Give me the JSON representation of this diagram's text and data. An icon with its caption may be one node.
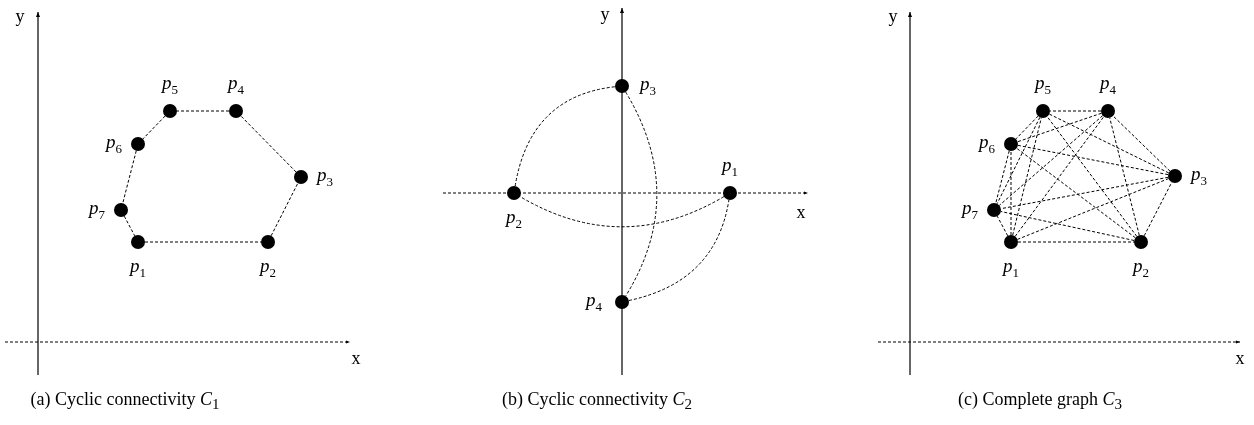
{
  "diagram": {
    "nodes": [
      {
        "text": [],
        "shape": "circle",
        "beside": [
          "p$_{1}$"
        ]
      },
      {
        "text": [],
        "shape": "circle",
        "beside": [
          "p$_{2}$"
        ]
      },
      {
        "text": [],
        "shape": "circle",
        "beside": [
          "p$_{3}$"
        ]
      },
      {
        "text": [],
        "shape": "circle",
        "beside": [
          "p$_{4}$"
        ]
      },
      {
        "text": [],
        "shape": "circle",
        "beside": [
          "p$_{5}$"
        ]
      },
      {
        "text": [],
        "shape": "circle",
        "beside": [
          "p$_{6}$"
        ]
      },
      {
        "text": [],
        "shape": "circle",
        "beside": [
          "p$_{7}$"
        ]
      },
      {
        "text": [],
        "shape": "circle",
        "beside": [
          "p$_{1}$"
        ]
      },
      {
        "text": [],
        "shape": "circle",
        "beside": [
          "p$_{2}$"
        ]
      },
      {
        "text": [],
        "shape": "circle",
        "beside": [
          "p$_{3}$"
        ]
      },
      {
        "text": [],
        "shape": "circle",
        "beside": [
          "p$_{4}$"
        ]
      },
      {
        "text": [],
        "shape": "circle",
        "beside": [
          "p$_{1}$"
        ]
      },
      {
        "text": [],
        "shape": "circle",
        "beside": [
          "p$_{2}$"
        ]
      },
      {
        "text": [],
        "shape": "circle",
        "beside": [
          "p$_{3}$"
        ]
      },
      {
        "text": [],
        "shape": "circle",
        "beside": [
          "p$_{4}$"
        ]
      },
      {
        "text": [],
        "shape": "circle",
        "beside": [
          "p$_{5}$"
        ]
      },
      {
        "text": [],
        "shape": "circle",
        "beside": [
          "p$_{6}$"
        ]
      },
      {
        "text": [],
        "shape": "circle",
        "beside": [
          "p$_{7}$"
        ]
      }
    ],
    "edges": [
      {
        "from": 0,
        "to": 1,
        "arrow": "none",
        "style": "dashed"
      },
      {
        "from": 1,
        "to": 2,
        "arrow": "none",
        "style": "dashed"
      },
      {
        "from": 2,
        "to": 3,
        "arrow": "none",
        "style": "dashed"
      },
      {
        "from": 3,
        "to": 4,
        "arrow": "none",
        "style": "dashed"
      },
      {
        "from": 4,
        "to": 5,
        "arrow": "none",
        "style": "dashed"
      },
      {
        "from": 5,
        "to": 6,
        "arrow": "none",
        "style": "dashed"
      },
      {
        "from": 6,
        "to": 0,
        "arrow": "none",
        "style": "dashed"
      },
      {
        "from": 8,
        "to": 9,
        "arrow": "none",
        "style": "dashed"
      },
      {
        "from": 9,
        "to": 10,
        "arrow": "none",
        "style": "dashed"
      },
      {
        "from": 10,
        "to": 7,
        "arrow": "none",
        "style": "dashed"
      },
      {
        "from": 7,
        "to": 8,
        "arrow": "none",
        "style": "dashed"
      },
      {
        "from": 11,
        "to": 12,
        "arrow": "none",
        "style": "dashed"
      },
      {
        "from": 11,
        "to": 13,
        "arrow": "none",
        "style": "dashed"
      },
      {
        "from": 11,
        "to": 14,
        "arrow": "none",
        "style": "dashed"
      },
      {
        "from": 11,
        "to": 15,
        "arrow": "none",
        "style": "dashed"
      },
      {
        "from": 11,
        "to": 16,
        "arrow": "none",
        "style": "dashed"
      },
      {
        "from": 11,
        "to": 17,
        "arrow": "none",
        "style": "dashed"
      },
      {
        "from": 12,
        "to": 13,
        "arrow": "none",
        "style": "dashed"
      },
      {
        "from": 12,
        "to": 14,
        "arrow": "none",
        "style": "dashed"
      },
      {
        "from": 12,
        "to": 15,
        "arrow": "none",
        "style": "dashed"
      },
      {
        "from": 12,
        "to": 16,
        "arrow": "none",
        "style": "dashed"
      },
      {
        "from": 12,
        "to": 17,
        "arrow": "none",
        "style": "dashed"
      },
      {
        "from": 13,
        "to": 14,
        "arrow": "none",
        "style": "dashed"
      },
      {
        "from": 13,
        "to": 15,
        "arrow": "none",
        "style": "dashed"
      },
      {
        "from": 13,
        "to": 16,
        "arrow": "none",
        "style": "dashed"
      },
      {
        "from": 13,
        "to": 17,
        "arrow": "none",
        "style": "dashed"
      },
      {
        "from": 14,
        "to": 15,
        "arrow": "none",
        "style": "dashed"
      },
      {
        "from": 14,
        "to": 16,
        "arrow": "none",
        "style": "dashed"
      },
      {
        "from": 14,
        "to": 17,
        "arrow": "none",
        "style": "dashed"
      },
      {
        "from": 15,
        "to": 16,
        "arrow": "none",
        "style": "dashed"
      },
      {
        "from": 15,
        "to": 17,
        "arrow": "none",
        "style": "dashed"
      },
      {
        "from": 16,
        "to": 17,
        "arrow": "none",
        "style": "dashed"
      }
    ],
    "labels": [
      "y",
      "x",
      "(a) Cyclic connectivity *C*$_{1}$",
      "y",
      "x",
      "(b) Cyclic connectivity *C*$_{2}$",
      "y",
      "x",
      "(c) Complete graph *C*$_{3}$"
    ]
  }
}
